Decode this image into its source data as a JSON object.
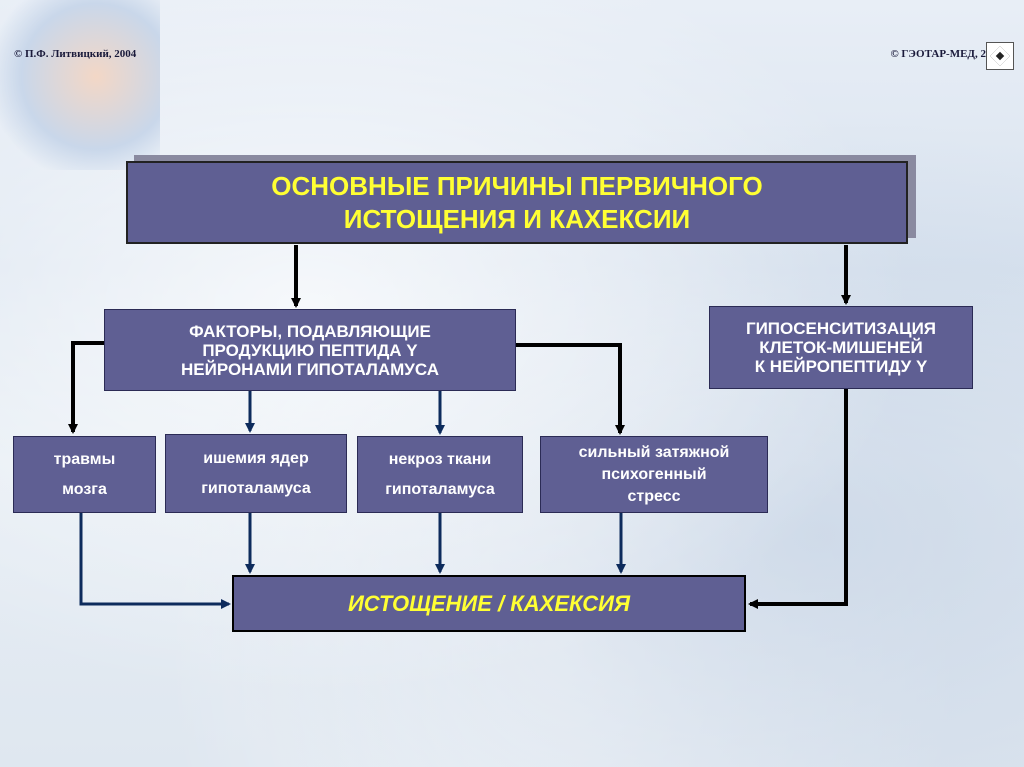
{
  "header": {
    "credit_left": "© П.Ф. Литвицкий, 2004",
    "credit_right": "© ГЭОТАР-МЕД, 2"
  },
  "title": {
    "line1": "ОСНОВНЫЕ ПРИЧИНЫ ПЕРВИЧНОГО",
    "line2": "ИСТОЩЕНИЯ И КАХЕКСИИ"
  },
  "factors": {
    "line1": "ФАКТОРЫ, ПОДАВЛЯЮЩИЕ",
    "line2": "ПРОДУКЦИЮ ПЕПТИДА Y",
    "line3": "НЕЙРОНАМИ ГИПОТАЛАМУСА"
  },
  "hypo": {
    "line1": "ГИПОСЕНСИТИЗАЦИЯ",
    "line2": "КЛЕТОК-МИШЕНЕЙ",
    "line3": "К НЕЙРОПЕПТИДУ Y"
  },
  "causes": [
    {
      "line1": "травмы",
      "line2": "мозга"
    },
    {
      "line1": "ишемия ядер",
      "line2": "гипоталамуса"
    },
    {
      "line1": "некроз ткани",
      "line2": "гипоталамуса"
    },
    {
      "line1": "сильный затяжной",
      "line2": "психогенный",
      "line3": "стресс"
    }
  ],
  "result": {
    "label": "ИСТОЩЕНИЕ / КАХЕКСИЯ"
  },
  "colors": {
    "box_fill": "#5f5f93",
    "title_text": "#ffff33",
    "connector_dark": "#000000",
    "connector_blue": "#0d2b5c"
  }
}
